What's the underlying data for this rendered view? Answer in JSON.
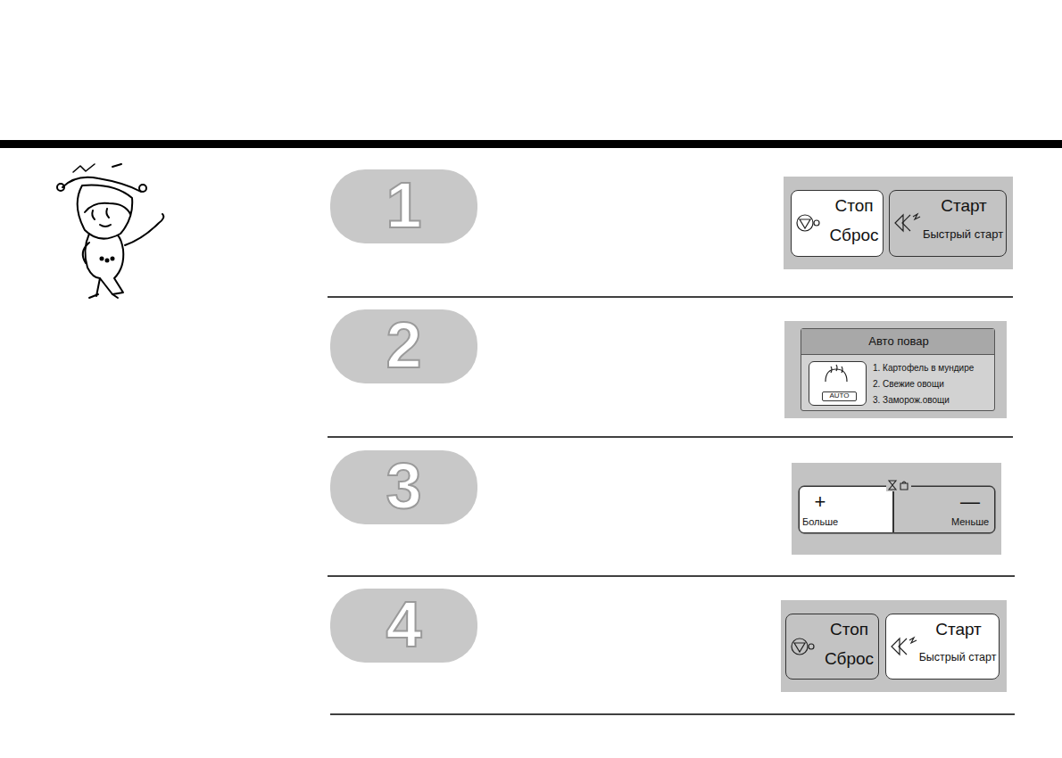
{
  "diagram": {
    "nodes": [
      {
        "text": [
          "1"
        ]
      },
      {
        "text": [
          "Стоп",
          "Сброс"
        ]
      },
      {
        "text": [
          "Старт",
          "Быстрый старт"
        ]
      },
      {
        "text": [
          "2"
        ]
      },
      {
        "text": [
          "Авто повар",
          "1. Картофель в мундире",
          "2. Свежие овощи",
          "3. Заморож.овощи"
        ]
      },
      {
        "text": [
          "AUTO"
        ],
        "in": 4
      },
      {
        "text": [
          "3"
        ]
      },
      {
        "text": [
          "+",
          "Больше"
        ]
      },
      {
        "text": [
          "—",
          "Меньше"
        ]
      },
      {
        "text": [
          "4"
        ]
      },
      {
        "text": [
          "Стоп",
          "Сброс"
        ]
      },
      {
        "text": [
          "Старт",
          "Быстрый старт"
        ]
      }
    ]
  }
}
